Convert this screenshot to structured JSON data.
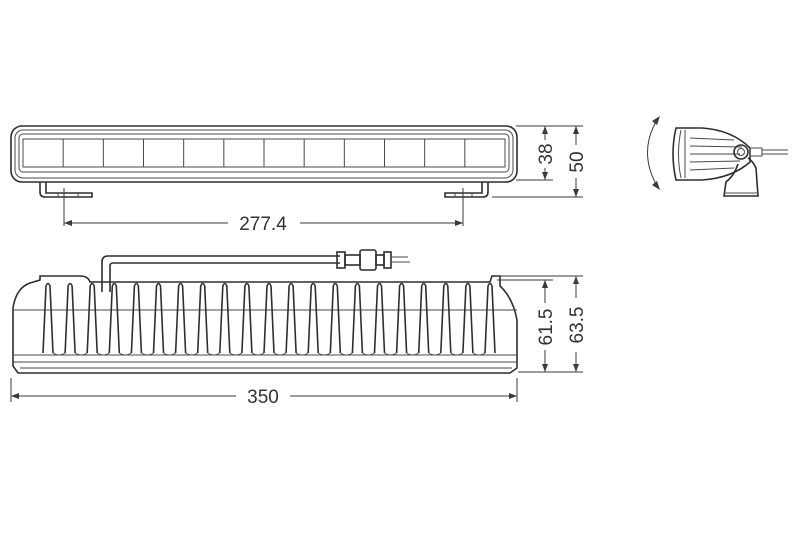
{
  "figure": {
    "subject": "LED light bar technical dimension drawing",
    "units": "mm",
    "line_color": "#2e2e2e",
    "background": "#ffffff"
  },
  "front_view": {
    "led_segments": 12,
    "dimensions": {
      "mounting_hole_spacing": "277.4",
      "lens_height": "38",
      "overall_height_with_bracket": "50"
    }
  },
  "side_view": {
    "icon": "rotation-arrow-icon",
    "description": "adjustable tilt bracket side profile"
  },
  "rear_view": {
    "heatsink_fins": 21,
    "connector": "inline-cable-connector",
    "dimensions": {
      "overall_length": "350",
      "body_height": "61.5",
      "overall_height_with_cable": "63.5"
    }
  }
}
